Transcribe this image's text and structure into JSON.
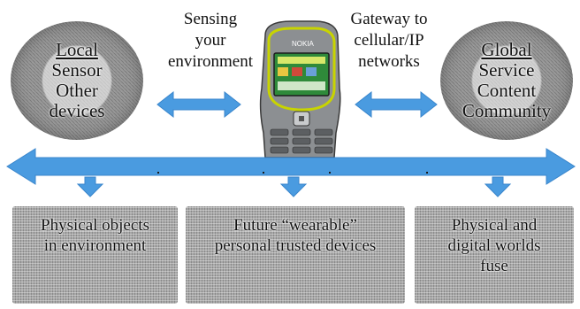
{
  "local_circle": {
    "heading": "Local",
    "lines": [
      "Sensor",
      "Other",
      "devices"
    ]
  },
  "global_circle": {
    "heading": "Global",
    "lines": [
      "Service",
      "Content",
      "Community"
    ]
  },
  "sensing_caption": [
    "Sensing",
    "your",
    "environment"
  ],
  "gateway_caption": [
    "Gateway to",
    "cellular/IP",
    "networks"
  ],
  "phone": {
    "brand": "NOKIA",
    "body_color": "#8c8f92",
    "accent_color": "#c8d400",
    "screen_color": "#2f8a3a"
  },
  "boxes": [
    {
      "lines": [
        "Physical objects",
        "in environment"
      ]
    },
    {
      "lines": [
        "Future “wearable”",
        "personal trusted devices"
      ]
    },
    {
      "lines": [
        "Physical and",
        "digital worlds",
        "fuse"
      ]
    }
  ],
  "colors": {
    "arrow": "#4a9be0",
    "arrow_edge": "#3a86cc"
  }
}
